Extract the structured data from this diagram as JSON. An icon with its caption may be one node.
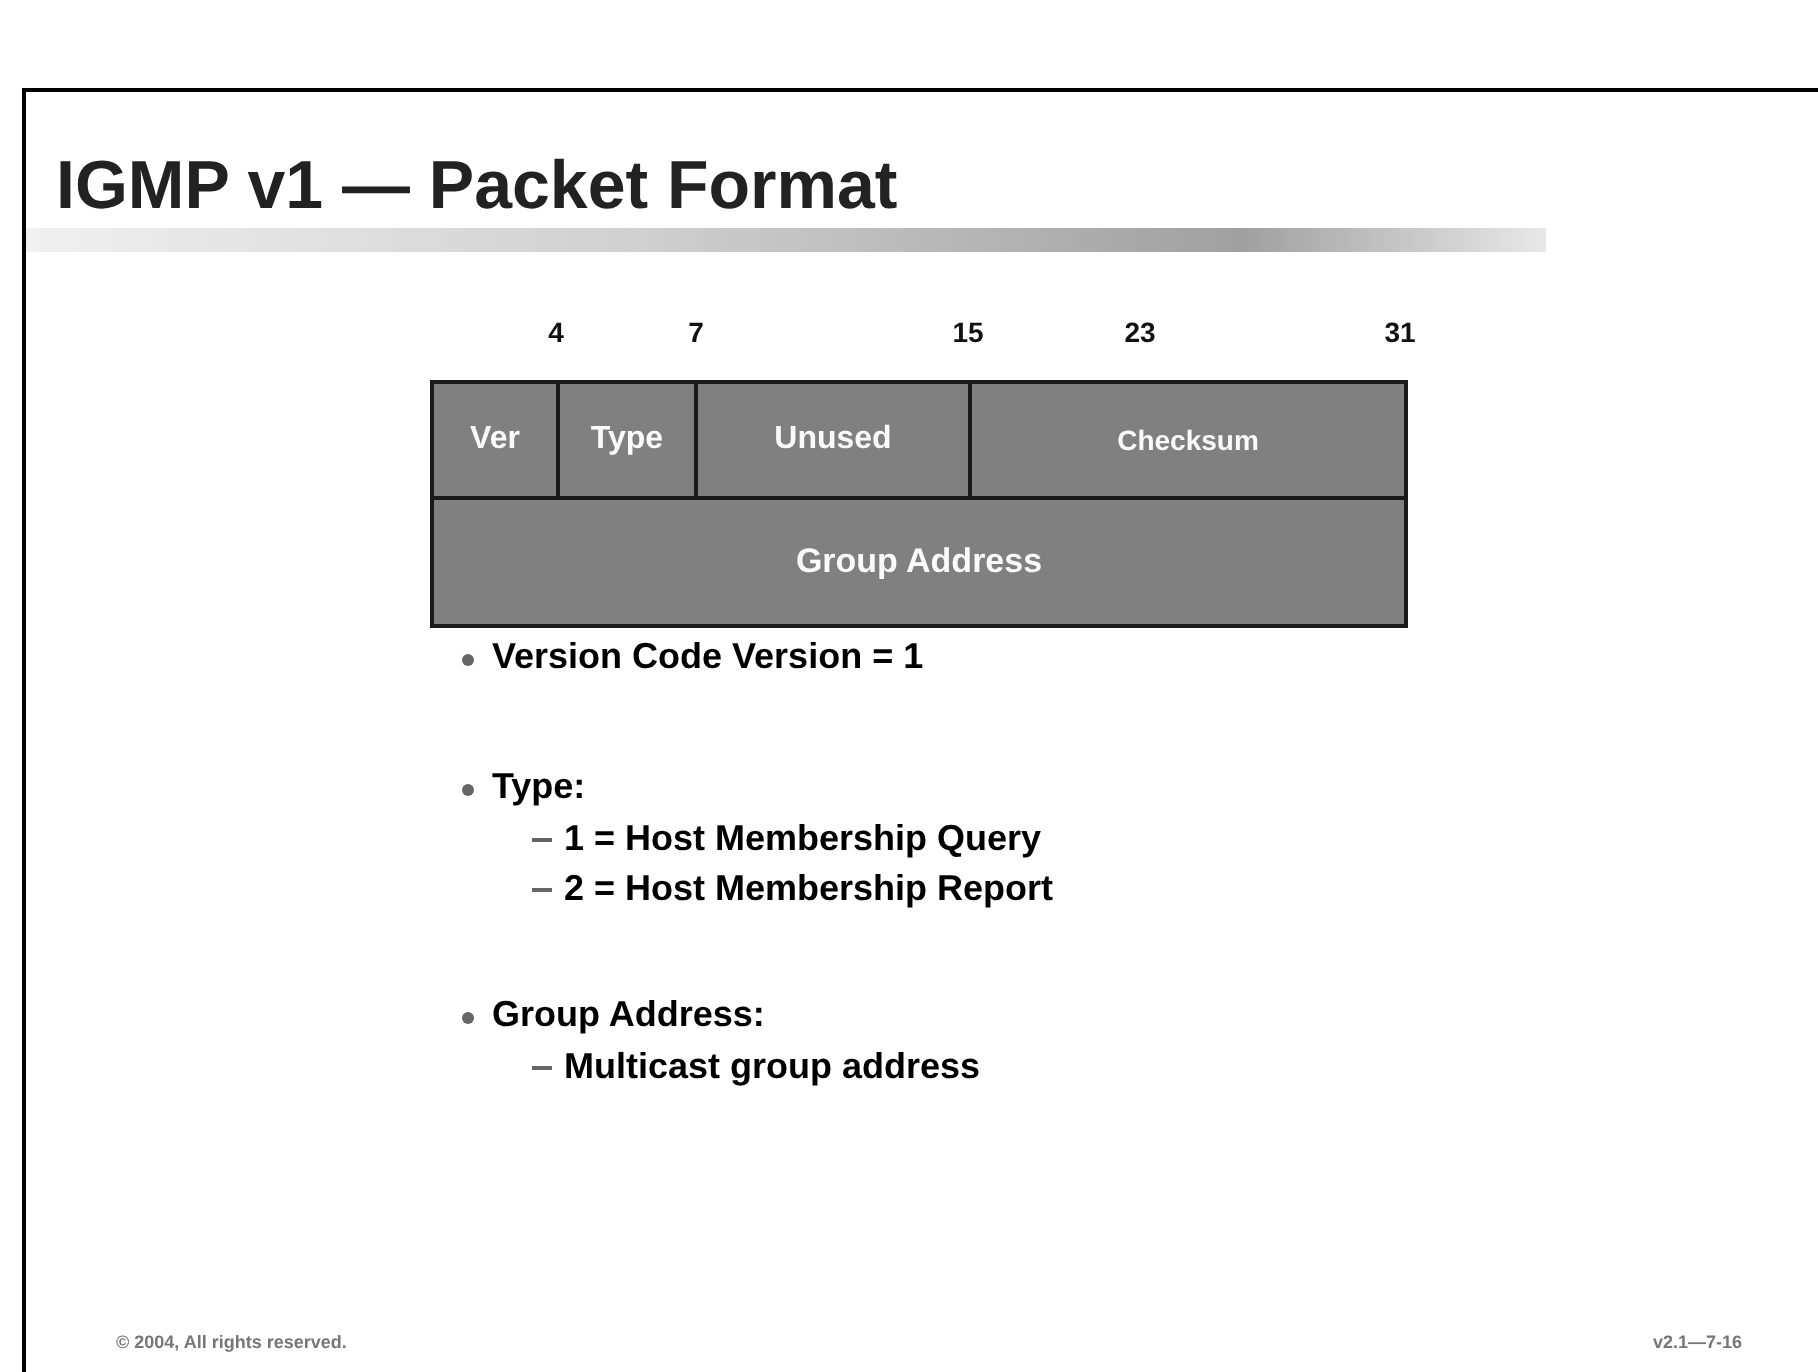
{
  "diagram": {
    "title": "IGMP v1 — Packet Format",
    "nodes": [
      {
        "text": [
          "Ver"
        ]
      },
      {
        "text": [
          "Type"
        ]
      },
      {
        "text": [
          "Unused"
        ]
      },
      {
        "text": [
          "Checksum"
        ]
      },
      {
        "text": [
          "Group Address"
        ]
      }
    ],
    "labels": [
      "4",
      "7",
      "15",
      "23",
      "31",
      "Version Code Version = 1",
      "Type:",
      "1 = Host Membership Query",
      "2 = Host Membership Report",
      "Group Address:",
      "Multicast group address",
      "© 2004, All rights reserved.",
      "v2.1—7-16"
    ]
  }
}
